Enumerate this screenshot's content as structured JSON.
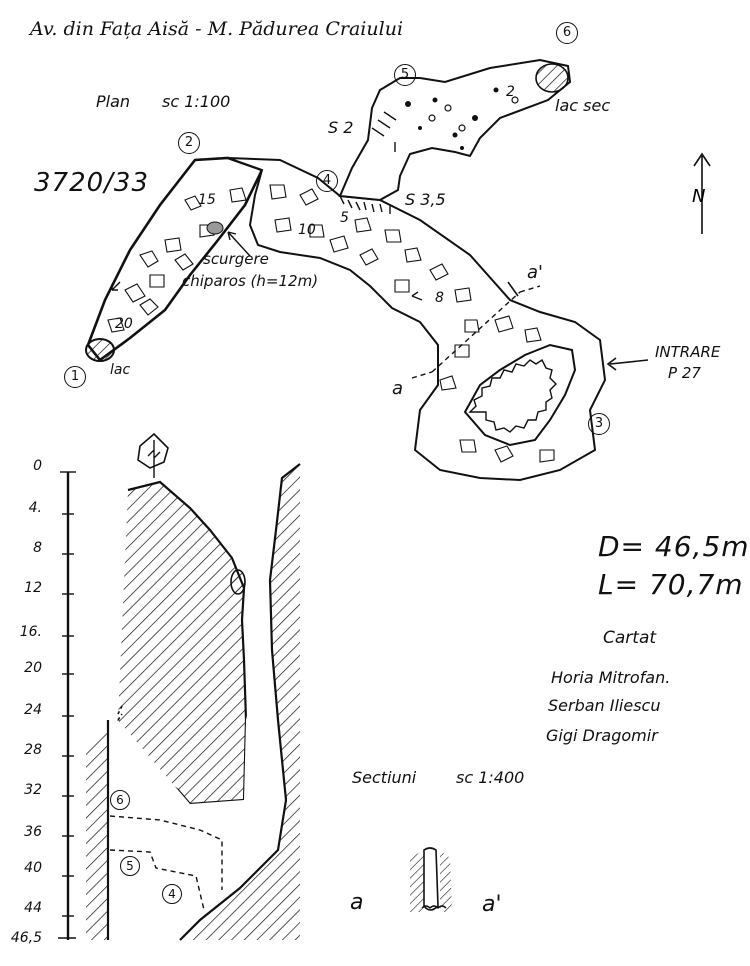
{
  "header": {
    "title": "Av. din Fața Aisă - M. Pădurea Craiului",
    "station_number": "6"
  },
  "plan": {
    "label": "Plan",
    "scale": "sc 1:100",
    "cave_id": "3720/33"
  },
  "north_label": "N",
  "annotations": {
    "s2": "S 2",
    "s35": "S 3,5",
    "lac_sec": "lac sec",
    "lac": "lac",
    "scurgere": "scurgere",
    "chiparos": "chiparos (h=12m)",
    "intrare": "INTRARE",
    "pit": "P 27",
    "section_a": "a",
    "section_a_prime": "a'",
    "section_a_bottom": "a",
    "section_a_prime_bottom": "a'"
  },
  "stations": [
    "1",
    "2",
    "3",
    "4",
    "5",
    "6"
  ],
  "slopes": [
    "15",
    "20",
    "10",
    "5",
    "8",
    "2"
  ],
  "stats": {
    "depth": "D= 46,5m",
    "length": "L= 70,7m"
  },
  "credits": {
    "heading": "Cartat",
    "surveyors": [
      "Horia Mitrofan.",
      "Serban Iliescu",
      "Gigi Dragomir"
    ]
  },
  "section": {
    "label": "Sectiuni",
    "scale": "sc 1:400"
  },
  "depth_scale": [
    "0",
    "4.",
    "8",
    "12",
    "16.",
    "20",
    "24",
    "28",
    "32",
    "36",
    "40",
    "44",
    "46,5"
  ],
  "section_stations": [
    "6",
    "5",
    "4"
  ],
  "colors": {
    "ink": "#111111",
    "paper": "#ffffff"
  }
}
